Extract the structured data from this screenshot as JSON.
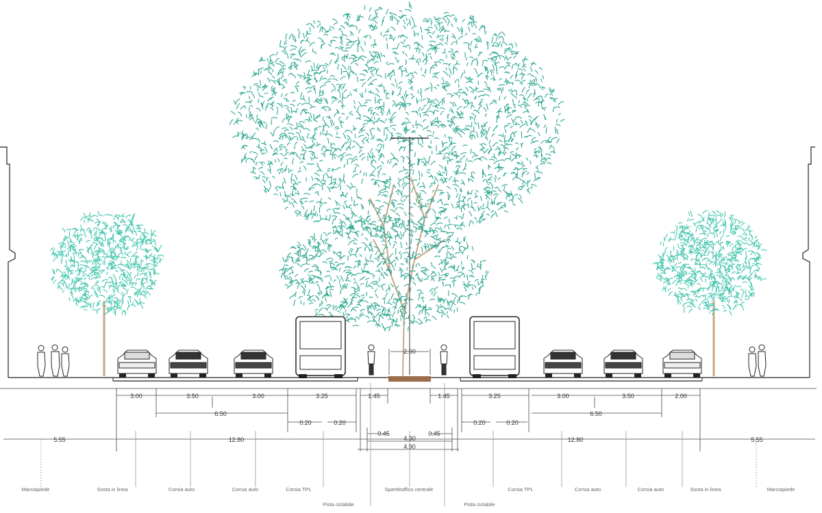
{
  "colors": {
    "foliage": "#2aa58f",
    "foliage_light": "#42c5ad",
    "trunk": "#c9a887",
    "line": "#222222",
    "dim_line": "#444444",
    "label": "#777777",
    "planter": "#9b6d4a"
  },
  "dimensions": {
    "lane_widths": [
      "3.00",
      "3.50",
      "3.00",
      "3.25",
      "1.45",
      "1.45",
      "3.25",
      "3.00",
      "3.50",
      "2.00"
    ],
    "subtotal_left": "6.50",
    "subtotal_right": "6.50",
    "gaps": [
      "0.20",
      "0.20",
      "0.20",
      "0.20"
    ],
    "offsets": [
      "0.45",
      "0.45"
    ],
    "median_inner": "4.30",
    "median_outer": "4.90",
    "tree_spacing": "2.00",
    "totals": [
      "5.55",
      "12.80",
      "12.80",
      "5.55"
    ]
  },
  "labels": {
    "bottom": [
      "Marciapiede",
      "Sosta in linea",
      "Corsia auto",
      "Corsia auto",
      "Corsia TPL",
      "Spartitraffico centrale",
      "Corsia TPL",
      "Corsia auto",
      "Corsia auto",
      "Sosta in linea",
      "Marciapiede"
    ],
    "lower": [
      "Pista ciclabile",
      "Pista ciclabile"
    ]
  }
}
